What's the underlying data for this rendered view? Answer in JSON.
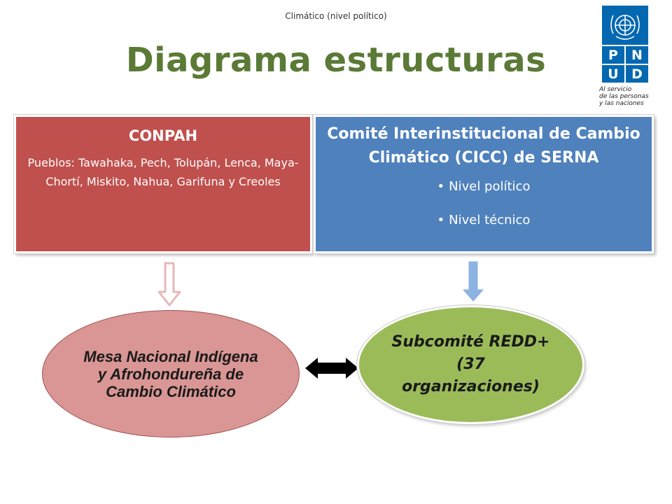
{
  "header": {
    "caption": "Climático (nivel político)",
    "title": "Diagrama estructuras"
  },
  "logo": {
    "letters": [
      "P",
      "N",
      "U",
      "D"
    ],
    "tagline_lines": [
      "Al servicio",
      "de las personas",
      "y las naciones"
    ],
    "color": "#0468b1"
  },
  "box_left": {
    "heading": "CONPAH",
    "text": "Pueblos: Tawahaka, Pech, Tolupán, Lenca, Maya-Chortí, Miskito, Nahua, Garifuna y Creoles",
    "color": "#c0504d"
  },
  "box_right": {
    "heading": "Comité Interinstitucional de Cambio Climático (CICC) de SERNA",
    "bullets": [
      "Nivel político",
      "Nivel técnico"
    ],
    "color": "#4f81bd"
  },
  "ellipse_left": {
    "text": "Mesa Nacional Indígena y Afrohondureña de Cambio Climático",
    "color": "#d99694"
  },
  "ellipse_right": {
    "text": "Subcomité REDD+ (37 organizaciones)",
    "color": "#9bbb59"
  },
  "colors": {
    "title": "#5a7a36",
    "arrow_left": "#e6b9b8",
    "arrow_right": "#8db3e2",
    "double_arrow": "#000000"
  }
}
